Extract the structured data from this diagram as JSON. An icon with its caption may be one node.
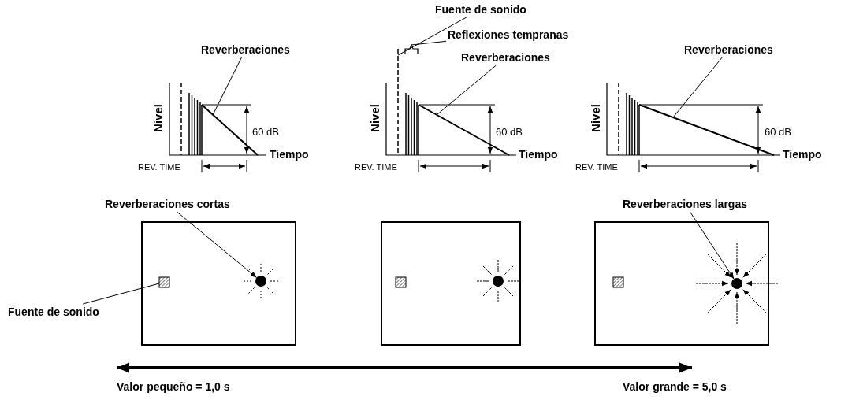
{
  "diagram": {
    "nodes": [
      {
        "text": [
          "Reverberaciones"
        ]
      },
      {
        "text": [],
        "shape": "line"
      },
      {
        "text": [
          "Fuente de sonido"
        ]
      },
      {
        "text": [],
        "shape": "line"
      },
      {
        "text": [
          "Reflexiones tempranas"
        ]
      },
      {
        "text": [],
        "shape": "bracket"
      },
      {
        "text": [
          "Reverberaciones"
        ]
      },
      {
        "text": [],
        "shape": "line"
      },
      {
        "text": [
          "Reverberaciones"
        ]
      },
      {
        "text": [],
        "shape": "line"
      },
      {
        "text": [
          "Reverberaciones cortas"
        ]
      },
      {
        "text": [],
        "shape": "circle"
      },
      {
        "text": [
          "Reverberaciones largas"
        ]
      },
      {
        "text": [],
        "shape": "circle"
      },
      {
        "text": [
          "Fuente de sonido"
        ]
      },
      {
        "text": [],
        "shape": "box"
      },
      {
        "text": [],
        "shape": "box"
      },
      {
        "text": [],
        "shape": "circle"
      },
      {
        "text": [],
        "shape": "box"
      }
    ],
    "edges": [
      {
        "from": 0,
        "to": 1,
        "arrow": "none"
      },
      {
        "from": 2,
        "to": 3,
        "arrow": "none"
      },
      {
        "from": 4,
        "to": 5,
        "arrow": "none"
      },
      {
        "from": 6,
        "to": 7,
        "arrow": "none"
      },
      {
        "from": 8,
        "to": 9,
        "arrow": "none"
      },
      {
        "from": 10,
        "to": 11,
        "arrow": "to"
      },
      {
        "from": 12,
        "to": 17,
        "arrow": "to"
      },
      {
        "from": 14,
        "to": 15,
        "arrow": "none"
      }
    ],
    "labels": [
      "Nivel",
      "60 dB",
      "Tiempo",
      "REV. TIME",
      "Nivel",
      "60 dB",
      "Tiempo",
      "REV. TIME",
      "Nivel",
      "60 dB",
      "Tiempo",
      "REV. TIME",
      "Valor pequeño = 1,0 s",
      "Valor grande = 5,0 s"
    ]
  }
}
